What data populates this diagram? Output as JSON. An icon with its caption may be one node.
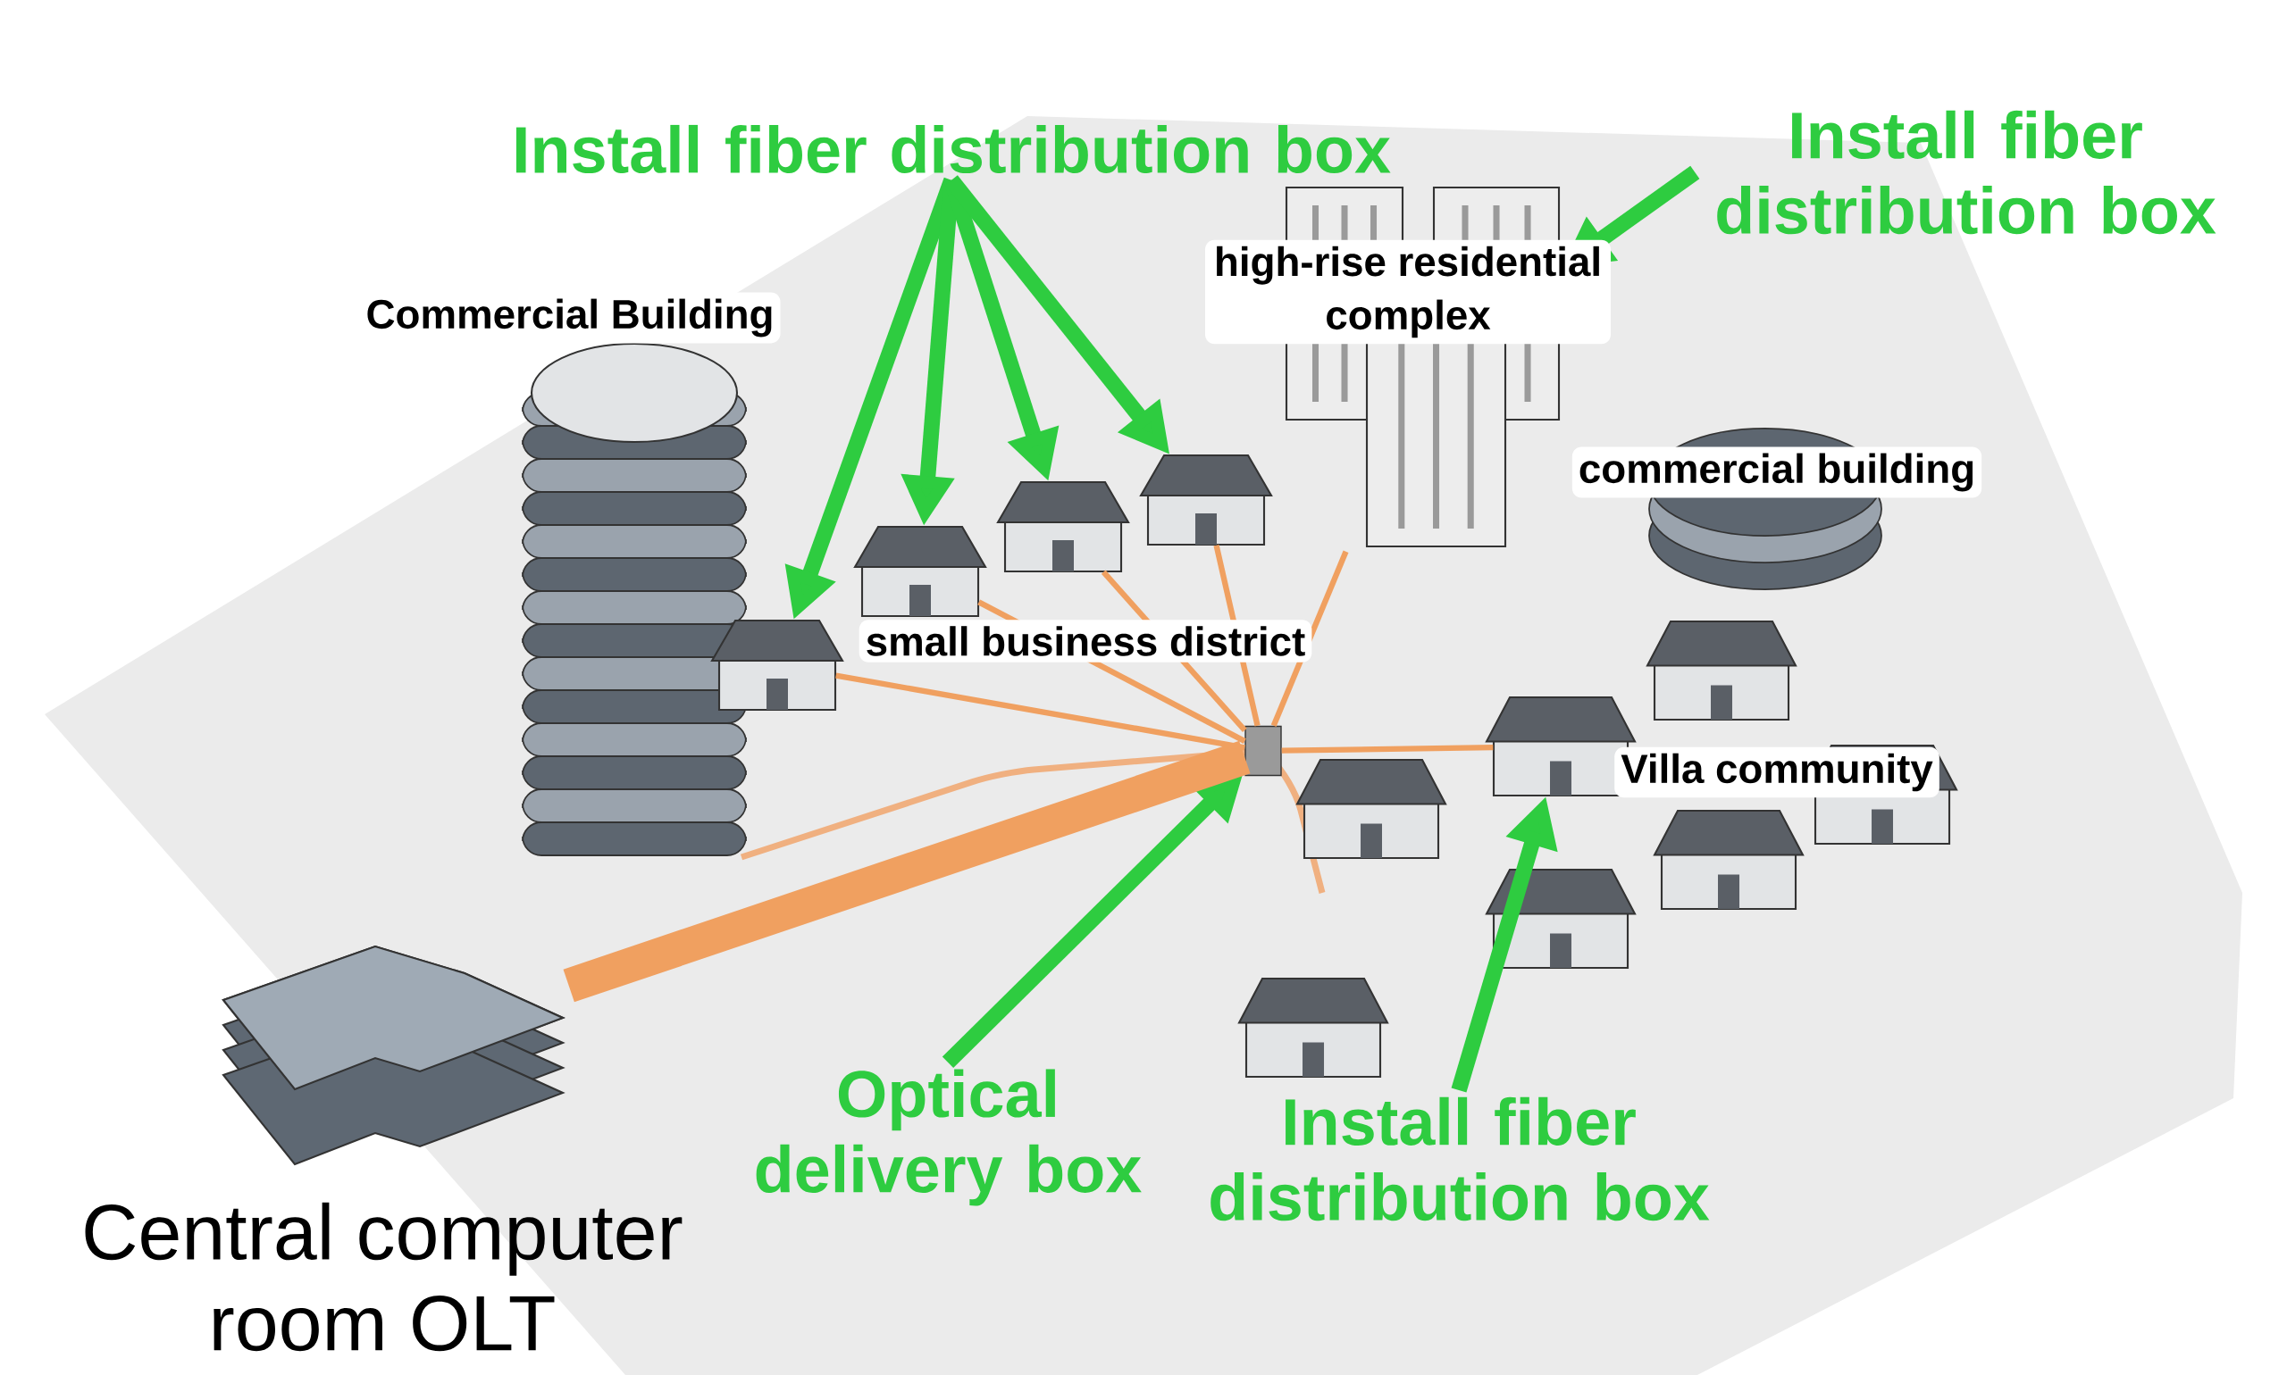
{
  "diagram": {
    "nodes": [
      {
        "text": [
          "Install fiber distribution box"
        ]
      },
      {
        "text": [],
        "shape": "picture"
      },
      {
        "text": [],
        "shape": "picture"
      },
      {
        "text": [],
        "shape": "picture"
      },
      {
        "text": [],
        "shape": "picture"
      },
      {
        "text": [
          "Install fiber distribution box"
        ]
      },
      {
        "text": [],
        "shape": "picture"
      },
      {
        "text": [
          "Optical delivery box"
        ]
      },
      {
        "text": [],
        "shape": "box"
      },
      {
        "text": [
          "Install fiber distribution box"
        ]
      },
      {
        "text": [],
        "shape": "picture"
      },
      {
        "text": [],
        "shape": "picture"
      }
    ],
    "edges": [
      {
        "from": 0,
        "to": 1,
        "arrow": "to"
      },
      {
        "from": 0,
        "to": 2,
        "arrow": "to"
      },
      {
        "from": 0,
        "to": 3,
        "arrow": "to"
      },
      {
        "from": 0,
        "to": 4,
        "arrow": "to"
      },
      {
        "from": 5,
        "to": 6,
        "arrow": "to"
      },
      {
        "from": 7,
        "to": 8,
        "arrow": "to"
      },
      {
        "from": 9,
        "to": 10,
        "arrow": "to"
      },
      {
        "from": 11,
        "to": 8,
        "arrow": "none",
        "style": "thick",
        "color": "#f0a060"
      },
      {
        "from": 8,
        "to": 1,
        "arrow": "none",
        "color": "#f0a060"
      },
      {
        "from": 8,
        "to": 2,
        "arrow": "none",
        "color": "#f0a060"
      },
      {
        "from": 8,
        "to": 3,
        "arrow": "none",
        "color": "#f0a060"
      },
      {
        "from": 8,
        "to": 4,
        "arrow": "none",
        "color": "#f0a060"
      },
      {
        "from": 8,
        "to": 6,
        "arrow": "none",
        "color": "#f0a060"
      },
      {
        "from": 8,
        "to": 10,
        "arrow": "none",
        "color": "#f0a060"
      }
    ],
    "labels": [
      "Commercial Building",
      "high-rise residential complex",
      "small business district",
      "commercial building",
      "Villa community",
      "Central computer room OLT"
    ]
  }
}
